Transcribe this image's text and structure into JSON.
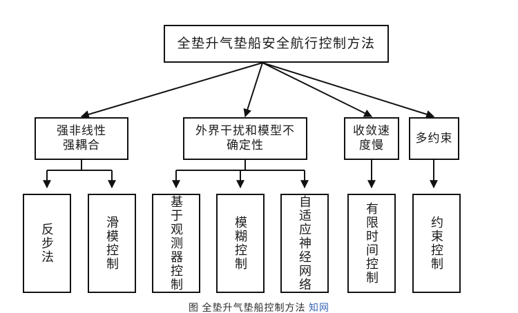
{
  "diagram": {
    "type": "tree-hierarchy",
    "title_node": {
      "id": "root",
      "label": "全垫升气垫船安全航行控制方法"
    },
    "challenges": [
      {
        "id": "c1",
        "label": "强非线性\n强耦合"
      },
      {
        "id": "c2",
        "label": "外界干扰和模型不\n确定性"
      },
      {
        "id": "c3",
        "label": "收敛速\n度慢"
      },
      {
        "id": "c4",
        "label": "多约束"
      }
    ],
    "methods": [
      {
        "id": "m1",
        "parent": "c1",
        "label": "反步法"
      },
      {
        "id": "m2",
        "parent": "c1",
        "label": "滑模控制"
      },
      {
        "id": "m3",
        "parent": "c2",
        "label": "基于观测器控制"
      },
      {
        "id": "m4",
        "parent": "c2",
        "label": "模糊控制"
      },
      {
        "id": "m5",
        "parent": "c2",
        "label": "自适应神经网络"
      },
      {
        "id": "m6",
        "parent": "c3",
        "label": "有限时间控制"
      },
      {
        "id": "m7",
        "parent": "c4",
        "label": "约束控制"
      }
    ],
    "caption": {
      "prefix": "图",
      "text": "全垫升气垫船控制方法",
      "link": "知网"
    },
    "colors": {
      "stroke": "#111111",
      "fill": "#ffffff",
      "text": "#1a1a1a",
      "caption_link": "#3b68b5"
    }
  }
}
